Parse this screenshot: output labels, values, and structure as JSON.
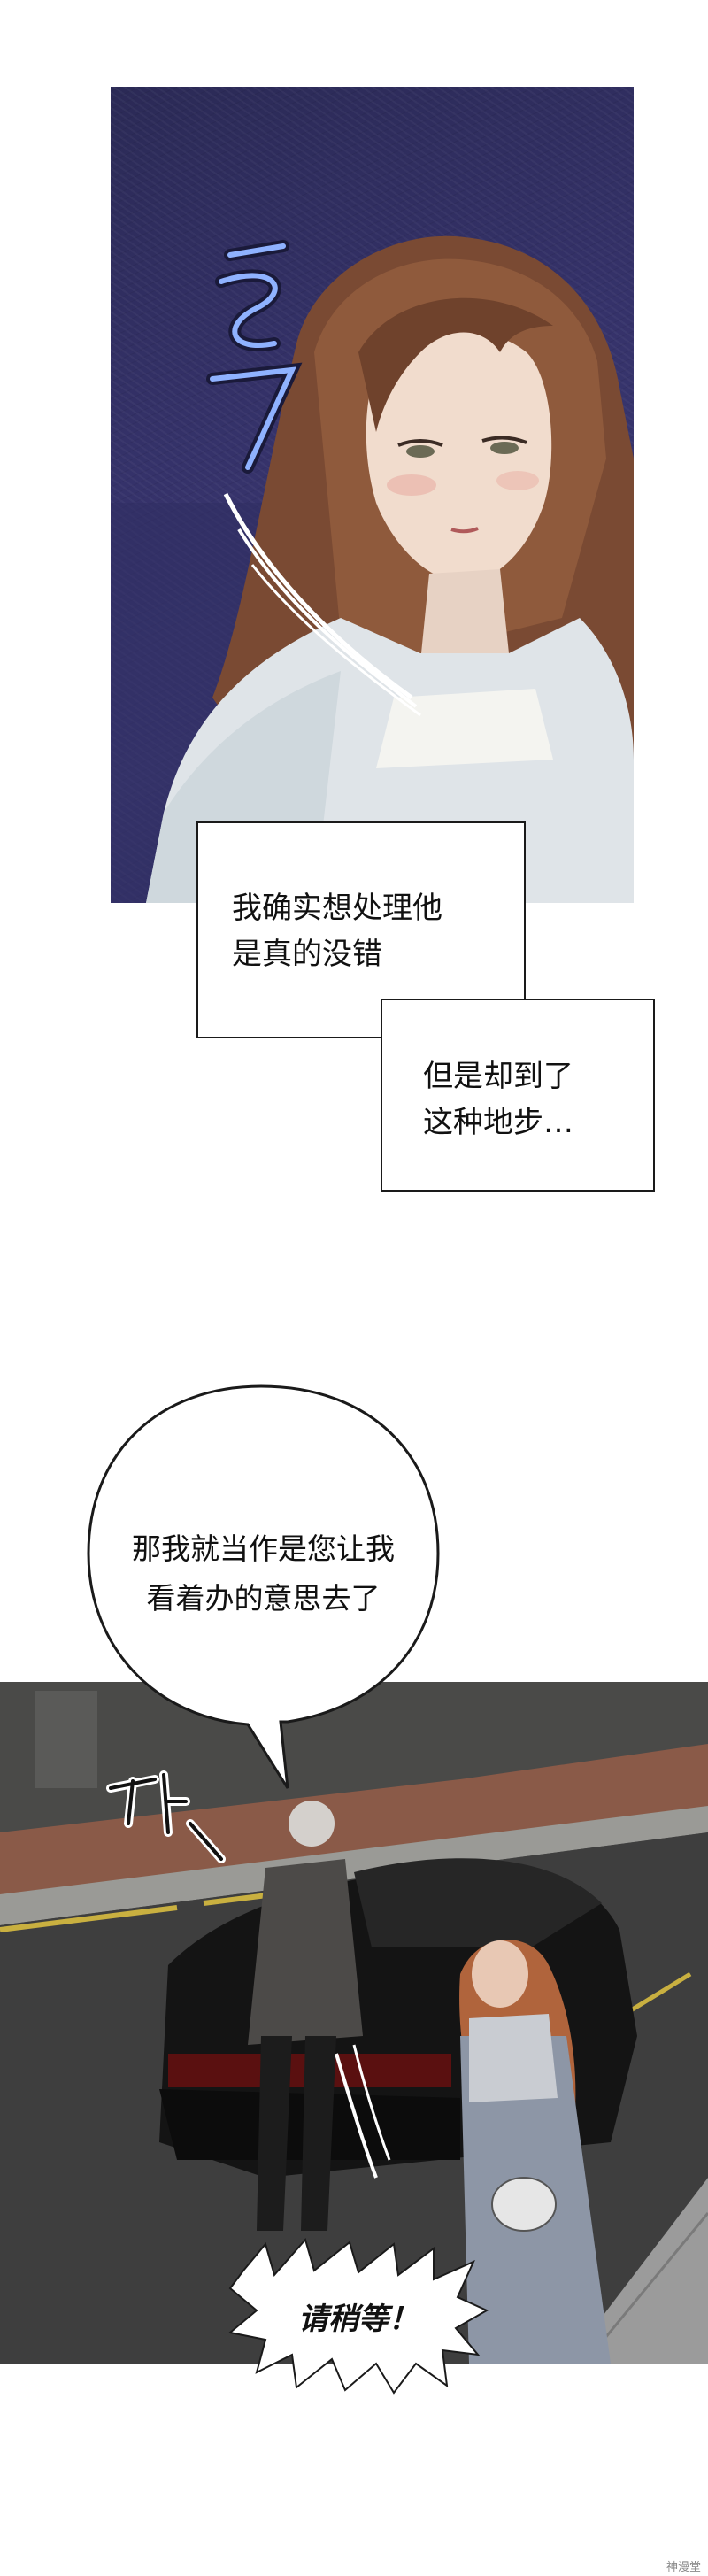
{
  "captions": [
    {
      "lines": [
        "我确实想处理他",
        "是真的没错"
      ]
    },
    {
      "lines": [
        "但是却到了",
        "这种地步…"
      ]
    }
  ],
  "speech_bubble": {
    "lines": [
      "那我就当作是您让我",
      "看着办的意思去了"
    ]
  },
  "shout_bubble": {
    "text": "请稍等！"
  },
  "watermark": {
    "text": "神漫堂"
  },
  "colors": {
    "night_sky": "#35326a",
    "street": "#3a3a3a",
    "hair": "#8a5236"
  }
}
